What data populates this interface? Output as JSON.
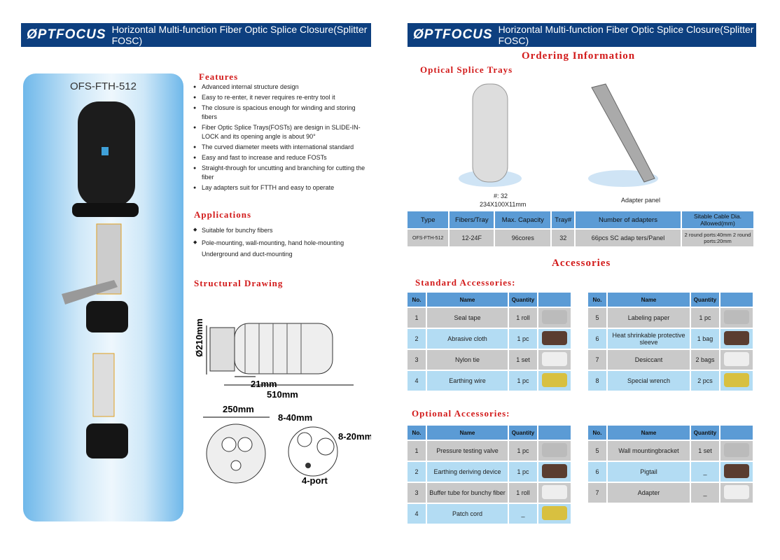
{
  "brand": "ØPTFOCUS",
  "title": "Horizontal Multi-function Fiber Optic Splice Closure(Splitter FOSC)",
  "left": {
    "model": "OFS-FTH-512",
    "features_heading": "Features",
    "features": [
      "Advanced internal structure design",
      "Easy to re-enter, it never requires re-entry tool it",
      "The closure is spacious enough for winding and storing fibers",
      "Fiber Optic Splice Trays(FOSTs) are design in SLIDE-IN-LOCK and its opening angle is about 90°",
      "The curved diameter meets with international standard",
      "Easy and fast to increase and reduce FOSTs",
      "Straight-through for uncutting and branching for cutting the fiber",
      "Lay adapters suit for FTTH and easy to operate"
    ],
    "applications_heading": "Applications",
    "applications": [
      "Suitable for bunchy  fibers",
      "Pole-mounting, wall-mounting, hand hole-mounting Underground and duct-mounting"
    ],
    "drawing_heading": "Structural Drawing",
    "dims": {
      "dia": "Ø210mm",
      "d21": "21mm",
      "len": "510mm",
      "w": "250mm",
      "p1": "8-40mm",
      "p2": "8-20mm",
      "ports": "4-port"
    }
  },
  "right": {
    "ordering_heading": "Ordering Information",
    "trays_heading": "Optical Splice Trays",
    "tray_caption1": "#: 32",
    "tray_caption2": "234X100X11mm",
    "adapter_caption": "Adapter panel",
    "ordering_headers": [
      "Type",
      "Fibers/Tray",
      "Max. Capacity",
      "Tray#",
      "Number of adapters",
      "Sitable Cable Dia. Allowed(mm)"
    ],
    "ordering_row": [
      "OFS-FTH-512",
      "12-24F",
      "96cores",
      "32",
      "66pcs SC adap ters/Panel",
      "2 round ports:40mm 2 round ports:20mm"
    ],
    "accessories_heading": "Accessories",
    "standard_heading": "Standard Accessories:",
    "optional_heading": "Optional  Accessories:",
    "headers": [
      "No.",
      "Name",
      "Quantity"
    ],
    "std_left": [
      [
        "1",
        "Seal tape",
        "1 roll"
      ],
      [
        "2",
        "Abrasive cloth",
        "1 pc"
      ],
      [
        "3",
        "Nylon tie",
        "1 set"
      ],
      [
        "4",
        "Earthing wire",
        "1 pc"
      ]
    ],
    "std_right": [
      [
        "5",
        "Labeling paper",
        "1 pc"
      ],
      [
        "6",
        "Heat shrinkable protective sleeve",
        "1 bag"
      ],
      [
        "7",
        "Desiccant",
        "2 bags"
      ],
      [
        "8",
        "Special wrench",
        "2 pcs"
      ]
    ],
    "opt_left": [
      [
        "1",
        "Pressure testing valve",
        "1 pc"
      ],
      [
        "2",
        "Earthing deriving device",
        "1 pc"
      ],
      [
        "3",
        "Buffer tube for bunchy fiber",
        "1 roll"
      ],
      [
        "4",
        "Patch cord",
        "_"
      ]
    ],
    "opt_right": [
      [
        "5",
        "Wall mountingbracket",
        "1 set"
      ],
      [
        "6",
        "Pigtail",
        "_"
      ],
      [
        "7",
        "Adapter",
        "_"
      ]
    ]
  },
  "colors": {
    "band": "#0d3f7f",
    "heading": "#d21a1a",
    "th": "#5b9bd5",
    "gray": "#c9c9c9",
    "blue": "#b3dcf3"
  }
}
